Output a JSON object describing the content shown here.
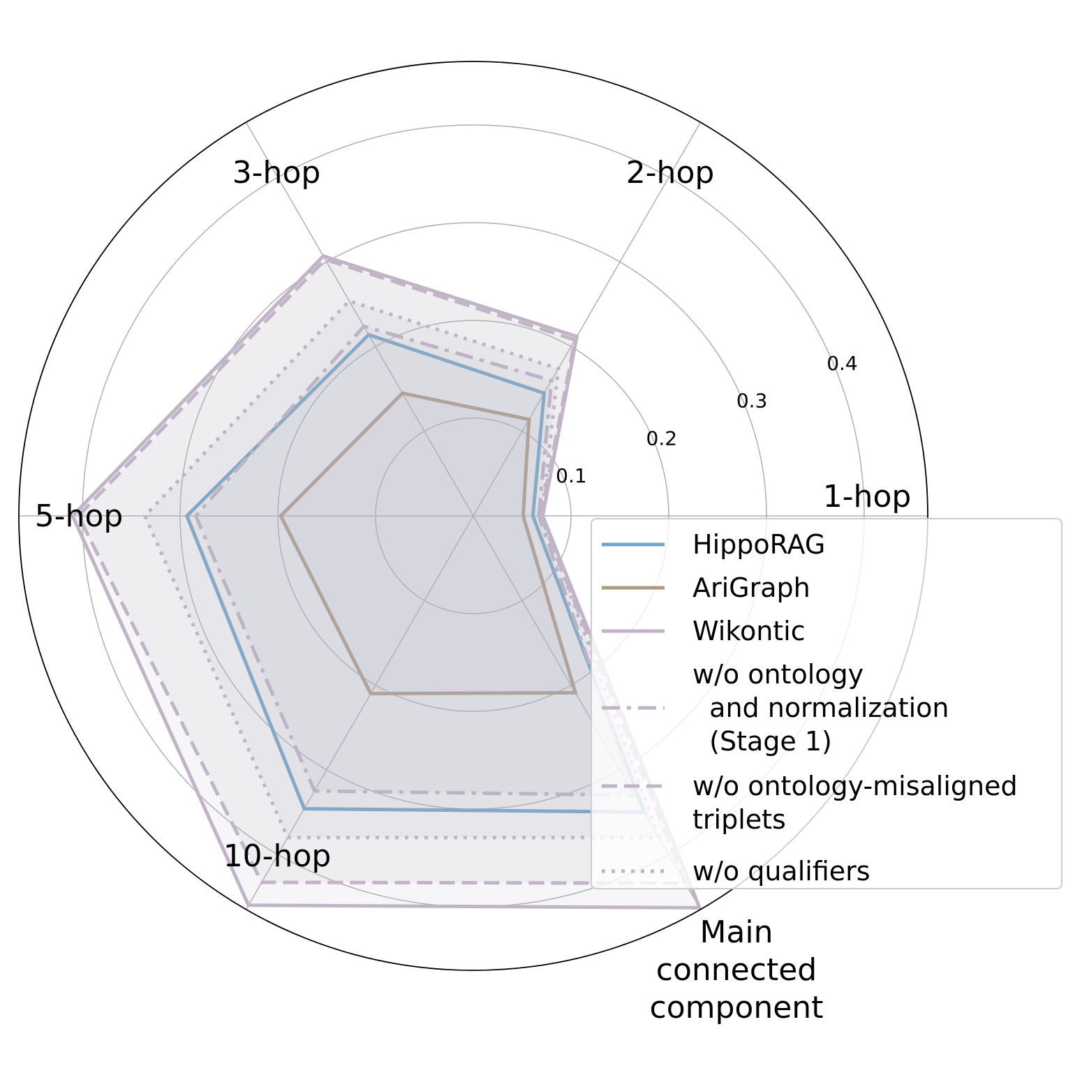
{
  "chart_data": {
    "type": "radar",
    "axes": [
      "1-hop",
      "2-hop",
      "3-hop",
      "5-hop",
      "10-hop",
      "Main\nconnected\ncomponent"
    ],
    "rticks": [
      0.1,
      0.2,
      0.3,
      0.4
    ],
    "rtick_labels": [
      "0.1",
      "0.2",
      "0.3",
      "0.4"
    ],
    "rlim": [
      0,
      0.465
    ],
    "grid": true,
    "legend_position": "lower-right",
    "series": [
      {
        "name": "HippoRAG",
        "values": [
          0.061,
          0.145,
          0.214,
          0.293,
          0.346,
          0.35
        ],
        "color": "#6fa3c8",
        "style": "solid"
      },
      {
        "name": "AriGraph",
        "values": [
          0.051,
          0.114,
          0.145,
          0.197,
          0.21,
          0.209
        ],
        "color": "#b09a82",
        "style": "solid"
      },
      {
        "name": "Wikontic",
        "values": [
          0.071,
          0.212,
          0.307,
          0.41,
          0.46,
          0.463
        ],
        "color": "#c0b4c6",
        "style": "solid"
      },
      {
        "name": "w/o ontology\n  and normalization\n  (Stage 1)",
        "values": [
          0.067,
          0.16,
          0.224,
          0.284,
          0.325,
          0.33
        ],
        "color": "#c0b4c6",
        "style": "dashdot"
      },
      {
        "name": "w/o ontology-misaligned\ntriplets",
        "values": [
          0.069,
          0.208,
          0.303,
          0.404,
          0.433,
          0.434
        ],
        "color": "#c0b4c6",
        "style": "dashed"
      },
      {
        "name": "w/o qualifiers",
        "values": [
          0.07,
          0.174,
          0.254,
          0.336,
          0.38,
          0.38
        ],
        "color": "#c0b4c6",
        "style": "dotted"
      }
    ]
  }
}
